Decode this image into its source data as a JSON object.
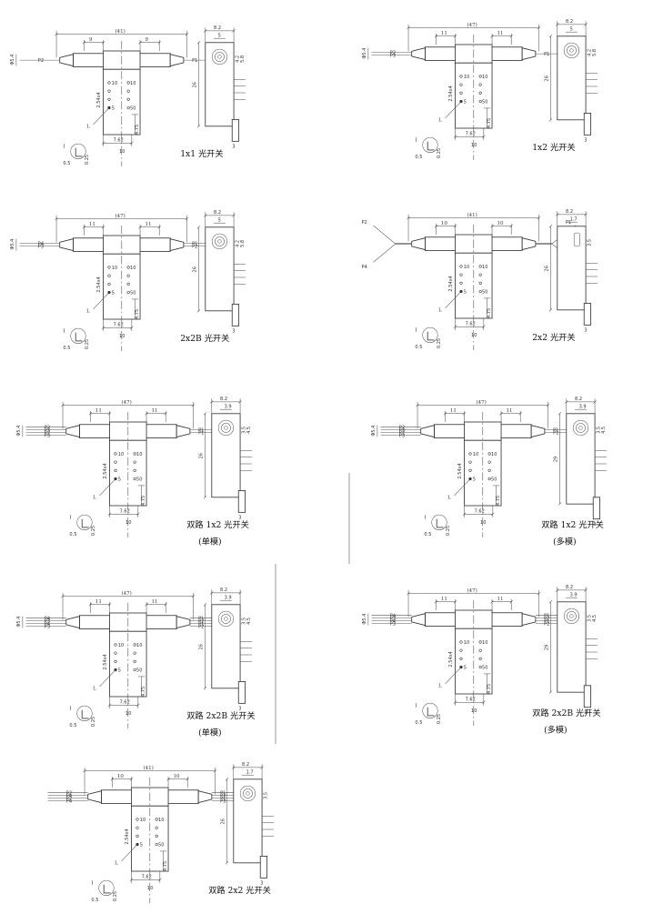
{
  "diagrams": [
    {
      "id": "sw-1x1",
      "caption": [
        "1x1  光开关"
      ],
      "total_width": "(41)",
      "sleeve_left": "9",
      "sleeve_right": "9",
      "pigtail_left": [
        "P2"
      ],
      "pigtail_right": [
        "P1"
      ],
      "pin_first": "10",
      "pin_second": "10",
      "pin_third": "5",
      "pin_fourth": "50",
      "pitch": "2.54x4",
      "pin_length": "4.75",
      "row_spacing": "7.62",
      "side_width": "8.2",
      "side_inner": "5",
      "side_height": "26",
      "side_right_dims": [
        "4.2",
        "5.8"
      ],
      "fiber_dia": "Φ5.4",
      "detail_label": "I",
      "detail_w": "0.5",
      "detail_h": "0.25",
      "lead_label": "L",
      "pin_mark": "3",
      "bottom_mark": "10"
    },
    {
      "id": "sw-1x2",
      "caption": [
        "1x2  光开关"
      ],
      "total_width": "(47)",
      "sleeve_left": "11",
      "sleeve_right": "11",
      "pigtail_left": [
        "P2",
        "P3"
      ],
      "pigtail_right": [
        "P1"
      ],
      "pin_first": "10",
      "pin_second": "10",
      "pin_third": "5",
      "pin_fourth": "50",
      "pitch": "2.54x4",
      "pin_length": "4.75",
      "row_spacing": "7.62",
      "side_width": "8.2",
      "side_inner": "5",
      "side_height": "26",
      "side_right_dims": [
        "4.2",
        "5.8"
      ],
      "fiber_dia": "Φ5.4",
      "detail_label": "I",
      "detail_w": "0.5",
      "detail_h": "0.25",
      "lead_label": "L",
      "pin_mark": "3",
      "bottom_mark": "10"
    },
    {
      "id": "sw-2x2b",
      "caption": [
        "2x2B 光开关"
      ],
      "total_width": "(47)",
      "sleeve_left": "11",
      "sleeve_right": "11",
      "pigtail_left": [
        "P4",
        "P3"
      ],
      "pigtail_right": [
        "P1",
        "P2"
      ],
      "pin_first": "10",
      "pin_second": "10",
      "pin_third": "5",
      "pin_fourth": "50",
      "pitch": "2.54x4",
      "pin_length": "4.75",
      "row_spacing": "7.62",
      "side_width": "8.2",
      "side_inner": "5",
      "side_height": "26",
      "side_right_dims": [
        "4.2",
        "5.8"
      ],
      "fiber_dia": "Φ5.4",
      "detail_label": "I",
      "detail_w": "0.5",
      "detail_h": "0.25",
      "lead_label": "L",
      "pin_mark": "3",
      "bottom_mark": "10"
    },
    {
      "id": "sw-2x2",
      "caption": [
        "2x2  光开关"
      ],
      "total_width": "(41)",
      "sleeve_left": "10",
      "sleeve_right": "10",
      "pigtail_left": [
        "P2",
        "P4"
      ],
      "pigtail_right": [
        "P1",
        "P3"
      ],
      "pin_first": "10",
      "pin_second": "10",
      "pin_third": "5",
      "pin_fourth": "50",
      "pitch": "2.54x4",
      "pin_length": "4.75",
      "row_spacing": "7.62",
      "side_width": "8.2",
      "side_inner": "1.7",
      "side_height": "26",
      "side_right_dims": [
        "3.5"
      ],
      "fiber_dia": "",
      "detail_label": "I",
      "detail_w": "0.5",
      "detail_h": "0.25",
      "lead_label": "L",
      "pin_mark": "3",
      "bottom_mark": "10"
    },
    {
      "id": "sw-dual-1x2-sm",
      "caption": [
        "双路 1x2  光开关",
        "(单模)"
      ],
      "total_width": "(47)",
      "sleeve_left": "11",
      "sleeve_right": "11",
      "pigtail_left": [
        "P2",
        "P3",
        "P2",
        "P3"
      ],
      "pigtail_right": [
        "P1",
        "P1"
      ],
      "pin_first": "10",
      "pin_second": "10",
      "pin_third": "5",
      "pin_fourth": "50",
      "pitch": "2.54x4",
      "pin_length": "4.75",
      "row_spacing": "7.62",
      "side_width": "8.2",
      "side_inner": "3.9",
      "side_height": "26",
      "side_right_dims": [
        "3.5",
        "4.5"
      ],
      "fiber_dia": "Φ5.4",
      "detail_label": "I",
      "detail_w": "0.5",
      "detail_h": "0.25",
      "lead_label": "L",
      "pin_mark": "3",
      "bottom_mark": "10"
    },
    {
      "id": "sw-dual-1x2-mm",
      "caption": [
        "双路 1x2  光开关",
        "(多模)"
      ],
      "total_width": "(47)",
      "sleeve_left": "11",
      "sleeve_right": "11",
      "pigtail_left": [
        "P2",
        "P3",
        "P2",
        "P3"
      ],
      "pigtail_right": [
        "P1",
        "P1"
      ],
      "pin_first": "10",
      "pin_second": "10",
      "pin_third": "5",
      "pin_fourth": "50",
      "pitch": "2.54x4",
      "pin_length": "4.75",
      "row_spacing": "7.62",
      "side_width": "8.2",
      "side_inner": "3.9",
      "side_height": "29",
      "side_right_dims": [
        "3.5",
        "4.5"
      ],
      "fiber_dia": "Φ5.4",
      "detail_label": "I",
      "detail_w": "0.5",
      "detail_h": "0.25",
      "lead_label": "L",
      "pin_mark": "3",
      "bottom_mark": "10"
    },
    {
      "id": "sw-dual-2x2b-sm",
      "caption": [
        "双路 2x2B  光开关",
        "(单模)"
      ],
      "total_width": "(47)",
      "sleeve_left": "11",
      "sleeve_right": "11",
      "pigtail_left": [
        "P4",
        "P3",
        "P4",
        "P3"
      ],
      "pigtail_right": [
        "P1",
        "P2",
        "P1",
        "P2"
      ],
      "pin_first": "10",
      "pin_second": "10",
      "pin_third": "5",
      "pin_fourth": "50",
      "pitch": "2.54x4",
      "pin_length": "4.75",
      "row_spacing": "7.62",
      "side_width": "8.2",
      "side_inner": "3.9",
      "side_height": "26",
      "side_right_dims": [
        "3.5",
        "4.5"
      ],
      "fiber_dia": "Φ5.4",
      "detail_label": "I",
      "detail_w": "0.5",
      "detail_h": "0.25",
      "lead_label": "L",
      "pin_mark": "3",
      "bottom_mark": "10"
    },
    {
      "id": "sw-dual-2x2b-mm",
      "caption": [
        "双路 2x2B  光开关",
        "(多模)"
      ],
      "total_width": "(47)",
      "sleeve_left": "11",
      "sleeve_right": "11",
      "pigtail_left": [
        "P4",
        "P3",
        "P4",
        "P3"
      ],
      "pigtail_right": [
        "P1",
        "P2",
        "P1",
        "P2"
      ],
      "pin_first": "10",
      "pin_second": "10",
      "pin_third": "5",
      "pin_fourth": "50",
      "pitch": "2.54x4",
      "pin_length": "4.75",
      "row_spacing": "7.62",
      "side_width": "8.2",
      "side_inner": "3.9",
      "side_height": "29",
      "side_right_dims": [
        "3.5",
        "4.5"
      ],
      "fiber_dia": "Φ5.4",
      "detail_label": "I",
      "detail_w": "0.5",
      "detail_h": "0.25",
      "lead_label": "L",
      "pin_mark": "3",
      "bottom_mark": "10"
    },
    {
      "id": "sw-dual-2x2",
      "caption": [
        "双路 2x2  光开关"
      ],
      "total_width": "(41)",
      "sleeve_left": "10",
      "sleeve_right": "10",
      "pigtail_left": [
        "P2",
        "P4",
        "P2",
        "P4"
      ],
      "pigtail_right": [
        "P1",
        "P3",
        "P1",
        "P3"
      ],
      "pin_first": "10",
      "pin_second": "10",
      "pin_third": "5",
      "pin_fourth": "50",
      "pitch": "2.54x4",
      "pin_length": "4.75",
      "row_spacing": "7.62",
      "side_width": "8.2",
      "side_inner": "1.7",
      "side_height": "26",
      "side_right_dims": [
        "3.5"
      ],
      "fiber_dia": "",
      "detail_label": "I",
      "detail_w": "0.5",
      "detail_h": "0.25",
      "lead_label": "L",
      "pin_mark": "3",
      "bottom_mark": "10"
    }
  ]
}
